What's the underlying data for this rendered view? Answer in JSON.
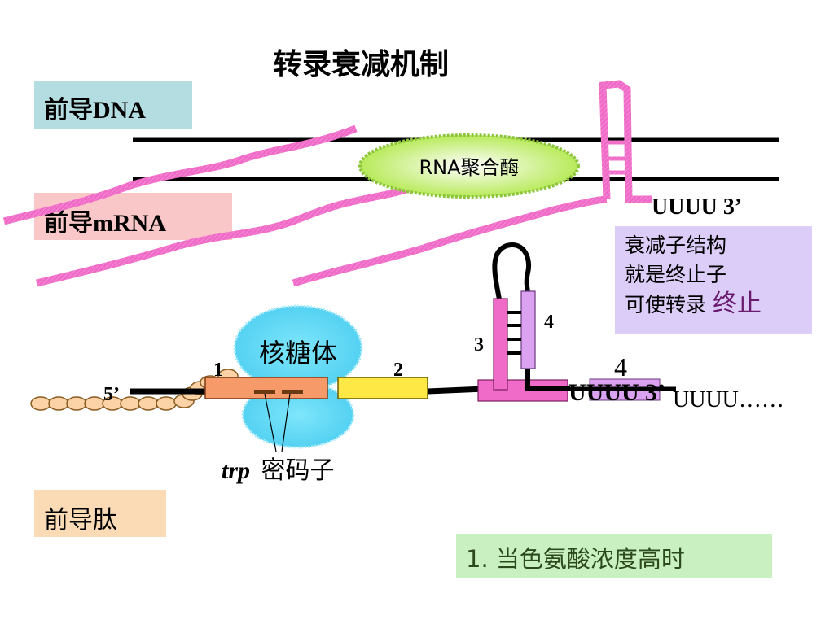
{
  "title": "转录衰减机制",
  "labels": {
    "leader_dna": "前导DNA",
    "leader_mrna": "前导mRNA",
    "leader_peptide": "前导肽"
  },
  "rna_polymerase": "RNA聚合酶",
  "ribosome": "核糖体",
  "trp_codon": {
    "italic": "trp",
    "text": "密码子"
  },
  "upper_3prime": "UUUU 3’",
  "lower_3prime": "UUUU 3’",
  "trailing_u": "UUUU……",
  "five_prime": "5’",
  "regions": {
    "r1": "1",
    "r2": "2",
    "r3": "3",
    "r4": "4",
    "r4_big": "4"
  },
  "note": {
    "line1": "衰减子结构",
    "line2": "就是终止子",
    "line3_prefix": "可使转录 ",
    "line3_emph": "终止"
  },
  "condition": "1. 当色氨酸浓度高时",
  "colors": {
    "mrna_pink": "#f06ac8",
    "region1": "#f79a6a",
    "region2": "#fde846",
    "region3": "#f06ac8",
    "region4": "#dca2f2",
    "ribosome": "#5fd8f4",
    "polymerase": "#c7ef7a",
    "peptide_bead": "#fbd3a6"
  }
}
